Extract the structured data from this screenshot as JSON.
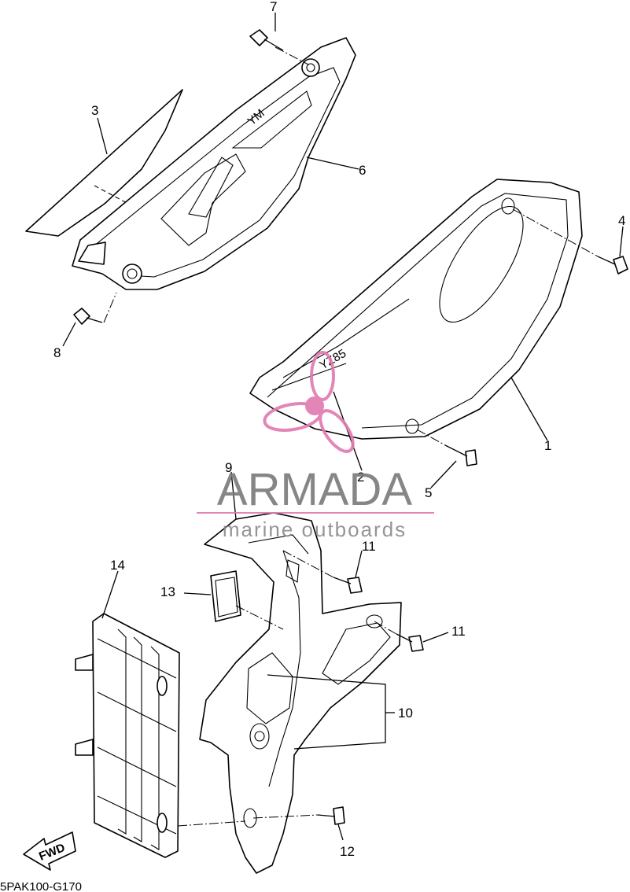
{
  "callouts": {
    "c1": "1",
    "c2": "2",
    "c3": "3",
    "c4": "4",
    "c5": "5",
    "c6": "6",
    "c7": "7",
    "c8": "8",
    "c9": "9",
    "c10": "10",
    "c11a": "11",
    "c11b": "11",
    "c12": "12",
    "c13": "13",
    "c14": "14"
  },
  "fwd_label": "FWD",
  "reference_code": "5PAK100-G170",
  "watermark": {
    "brand": "ARMADA",
    "tagline": "marine outboards",
    "accent_color": "#e07ab0"
  }
}
